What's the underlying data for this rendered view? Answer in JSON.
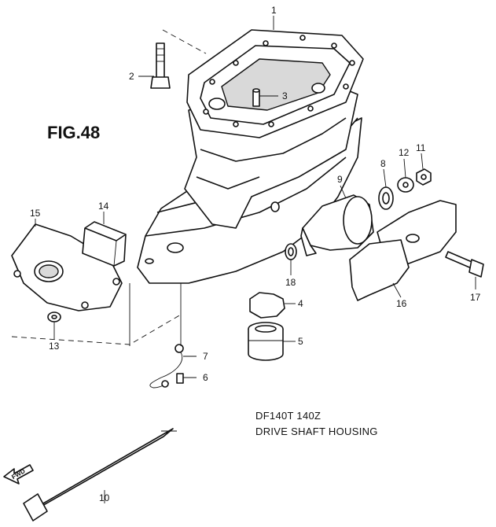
{
  "figure": {
    "title": "FIG.48"
  },
  "caption": {
    "model": "DF140T 140Z",
    "description": "DRIVE SHAFT HOUSING"
  },
  "fwd_marker": {
    "label": "FWD"
  },
  "callouts": [
    "1",
    "2",
    "3",
    "4",
    "5",
    "6",
    "7",
    "8",
    "9",
    "10",
    "11",
    "12",
    "13",
    "14",
    "15",
    "16",
    "17",
    "18"
  ]
}
